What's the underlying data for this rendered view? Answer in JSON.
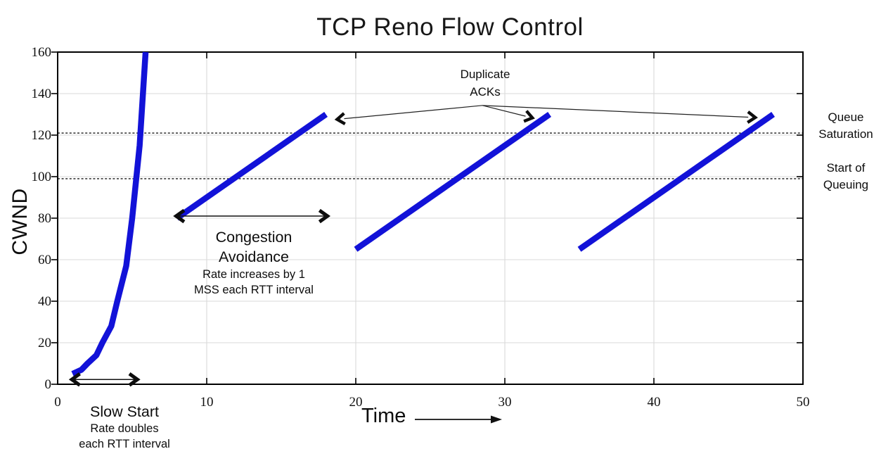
{
  "colors": {
    "series_blue": "#1212d8",
    "grid": "#d9d9d9",
    "guide": "#1a1a1a",
    "ink": "#0d0d0d"
  },
  "chart_data": {
    "type": "line",
    "title": "TCP Reno Flow Control",
    "xlabel": "Time",
    "ylabel": "CWND",
    "xlim": [
      0,
      50
    ],
    "ylim": [
      0,
      160
    ],
    "x_ticks": [
      0,
      10,
      20,
      30,
      40,
      50
    ],
    "y_ticks": [
      0,
      20,
      40,
      60,
      80,
      100,
      120,
      140,
      160
    ],
    "grid": true,
    "legend": "none",
    "series": [
      {
        "name": "slow-start-curve",
        "points": [
          [
            1,
            5
          ],
          [
            1.6,
            7
          ],
          [
            2,
            10
          ],
          [
            2.6,
            14
          ],
          [
            3,
            20
          ],
          [
            3.6,
            28
          ],
          [
            4,
            40
          ],
          [
            4.6,
            57
          ],
          [
            5,
            80
          ],
          [
            5.5,
            115
          ],
          [
            5.9,
            160
          ]
        ]
      },
      {
        "name": "congestion-avoidance-1",
        "points": [
          [
            8,
            80
          ],
          [
            18,
            130
          ]
        ]
      },
      {
        "name": "congestion-avoidance-2",
        "points": [
          [
            20,
            65
          ],
          [
            33,
            130
          ]
        ]
      },
      {
        "name": "congestion-avoidance-3",
        "points": [
          [
            35,
            65
          ],
          [
            48,
            130
          ]
        ]
      }
    ],
    "guides": [
      {
        "y": 121,
        "label": "Queue Saturation"
      },
      {
        "y": 99,
        "label": "Start of Queuing"
      }
    ],
    "interval_arrows": [
      {
        "for": "slow-start",
        "y": 2.3,
        "x1": 0.95,
        "x2": 5.35
      },
      {
        "for": "congestion-avoidance",
        "y": 81,
        "x1": 7.95,
        "x2": 18.1
      }
    ],
    "pointer": {
      "vertex": [
        28.5,
        134.3
      ],
      "targets": [
        [
          18.75,
          127.6
        ],
        [
          31.85,
          128.3
        ],
        [
          46.8,
          128.5
        ]
      ]
    }
  },
  "annotations": {
    "duplicate_acks": {
      "line1": "Duplicate",
      "line2": "ACKs"
    },
    "congestion_avoidance": {
      "line1": "Congestion",
      "line2": "Avoidance",
      "line3": "Rate increases by 1",
      "line4": "MSS each RTT interval"
    },
    "slow_start": {
      "line1": "Slow Start",
      "line2": "Rate doubles",
      "line3": "each RTT interval"
    },
    "queue_saturation": {
      "line1": "Queue",
      "line2": "Saturation"
    },
    "start_of_queuing": {
      "line1": "Start of",
      "line2": "Queuing"
    }
  }
}
